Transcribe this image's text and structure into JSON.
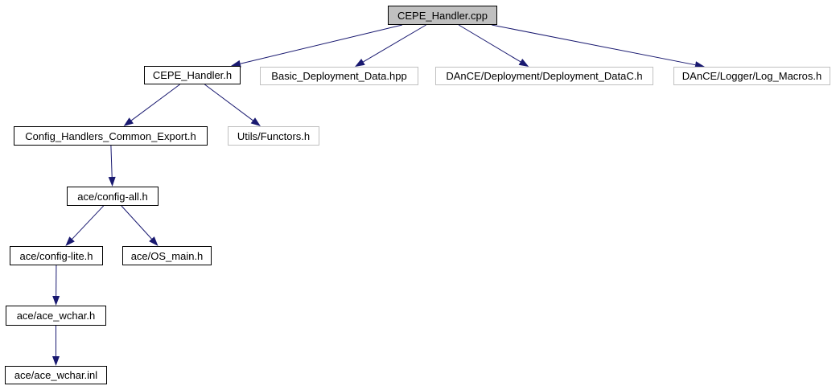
{
  "diagram": {
    "kind": "include-dependency-graph",
    "background": "#ffffff",
    "colors": {
      "edge": "#191970",
      "text": "#000000",
      "node_fill": "#ffffff",
      "root_fill": "#c0c0c0",
      "internal_border": "#000000",
      "external_border": "#c0c0c0"
    },
    "nodes": [
      {
        "id": "cepe_handler_cpp",
        "label": "CEPE_Handler.cpp",
        "kind": "root"
      },
      {
        "id": "cepe_handler_h",
        "label": "CEPE_Handler.h",
        "kind": "internal"
      },
      {
        "id": "basic_deployment_data_hpp",
        "label": "Basic_Deployment_Data.hpp",
        "kind": "external"
      },
      {
        "id": "deployment_datac_h",
        "label": "DAnCE/Deployment/Deployment_DataC.h",
        "kind": "external"
      },
      {
        "id": "log_macros_h",
        "label": "DAnCE/Logger/Log_Macros.h",
        "kind": "external"
      },
      {
        "id": "config_handlers_common_export_h",
        "label": "Config_Handlers_Common_Export.h",
        "kind": "internal"
      },
      {
        "id": "utils_functors_h",
        "label": "Utils/Functors.h",
        "kind": "external"
      },
      {
        "id": "ace_config_all_h",
        "label": "ace/config-all.h",
        "kind": "internal"
      },
      {
        "id": "ace_config_lite_h",
        "label": "ace/config-lite.h",
        "kind": "internal"
      },
      {
        "id": "ace_os_main_h",
        "label": "ace/OS_main.h",
        "kind": "internal"
      },
      {
        "id": "ace_ace_wchar_h",
        "label": "ace/ace_wchar.h",
        "kind": "internal"
      },
      {
        "id": "ace_ace_wchar_inl",
        "label": "ace/ace_wchar.inl",
        "kind": "internal"
      }
    ],
    "edges": [
      {
        "from": "cepe_handler_cpp",
        "to": "cepe_handler_h"
      },
      {
        "from": "cepe_handler_cpp",
        "to": "basic_deployment_data_hpp"
      },
      {
        "from": "cepe_handler_cpp",
        "to": "deployment_datac_h"
      },
      {
        "from": "cepe_handler_cpp",
        "to": "log_macros_h"
      },
      {
        "from": "cepe_handler_h",
        "to": "config_handlers_common_export_h"
      },
      {
        "from": "cepe_handler_h",
        "to": "utils_functors_h"
      },
      {
        "from": "config_handlers_common_export_h",
        "to": "ace_config_all_h"
      },
      {
        "from": "ace_config_all_h",
        "to": "ace_config_lite_h"
      },
      {
        "from": "ace_config_all_h",
        "to": "ace_os_main_h"
      },
      {
        "from": "ace_config_lite_h",
        "to": "ace_ace_wchar_h"
      },
      {
        "from": "ace_ace_wchar_h",
        "to": "ace_ace_wchar_inl"
      }
    ]
  }
}
